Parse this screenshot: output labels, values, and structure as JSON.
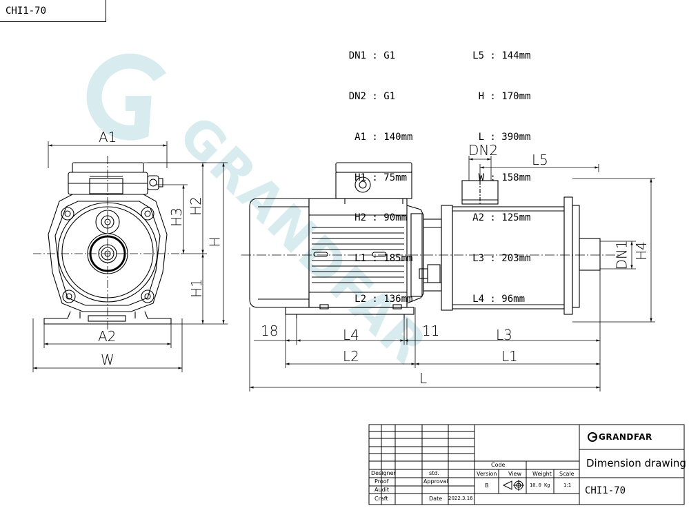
{
  "sheet": {
    "tab_label": "CHI1-70"
  },
  "specs": {
    "left": [
      {
        "k": "DN1",
        "v": "G1"
      },
      {
        "k": "DN2",
        "v": "G1"
      },
      {
        "k": "A1",
        "v": "140mm"
      },
      {
        "k": "H1",
        "v": "75mm"
      },
      {
        "k": "H2",
        "v": "90mm"
      },
      {
        "k": "L1",
        "v": "185mm"
      },
      {
        "k": "L2",
        "v": "136mm"
      }
    ],
    "right": [
      {
        "k": "L5",
        "v": "144mm"
      },
      {
        "k": "H",
        "v": "170mm"
      },
      {
        "k": "L",
        "v": "390mm"
      },
      {
        "k": "W",
        "v": "158mm"
      },
      {
        "k": "A2",
        "v": "125mm"
      },
      {
        "k": "L3",
        "v": "203mm"
      },
      {
        "k": "L4",
        "v": "96mm"
      }
    ]
  },
  "dims": {
    "A1": "A1",
    "H2": "H2",
    "H3": "H3",
    "H": "H",
    "H1": "H1",
    "A2": "A2",
    "W": "W",
    "DN2": "DN2",
    "L5": "L5",
    "DN1": "DN1",
    "H4": "H4",
    "d18": "18",
    "L4": "L4",
    "d11": "11",
    "L3": "L3",
    "L2": "L2",
    "L1": "L1",
    "L": "L"
  },
  "watermark": {
    "text": "GRANDFAR",
    "color": "#b9dde3"
  },
  "title_block": {
    "brand": "GRANDFAR",
    "title": "Dimension drawing",
    "code_header": "Code",
    "drawing_no": "CHI1-70",
    "cols": {
      "version": "Version",
      "view": "View",
      "weight": "Weight",
      "scale": "Scale"
    },
    "values": {
      "version": "B",
      "weight": "10.0 Kg",
      "scale": "1:1"
    },
    "roles": [
      "Designer",
      "Proof",
      "Audit",
      "Craft"
    ],
    "std": "std.",
    "approval": "Approval",
    "date_label": "Date",
    "date": "2022.3.16"
  }
}
